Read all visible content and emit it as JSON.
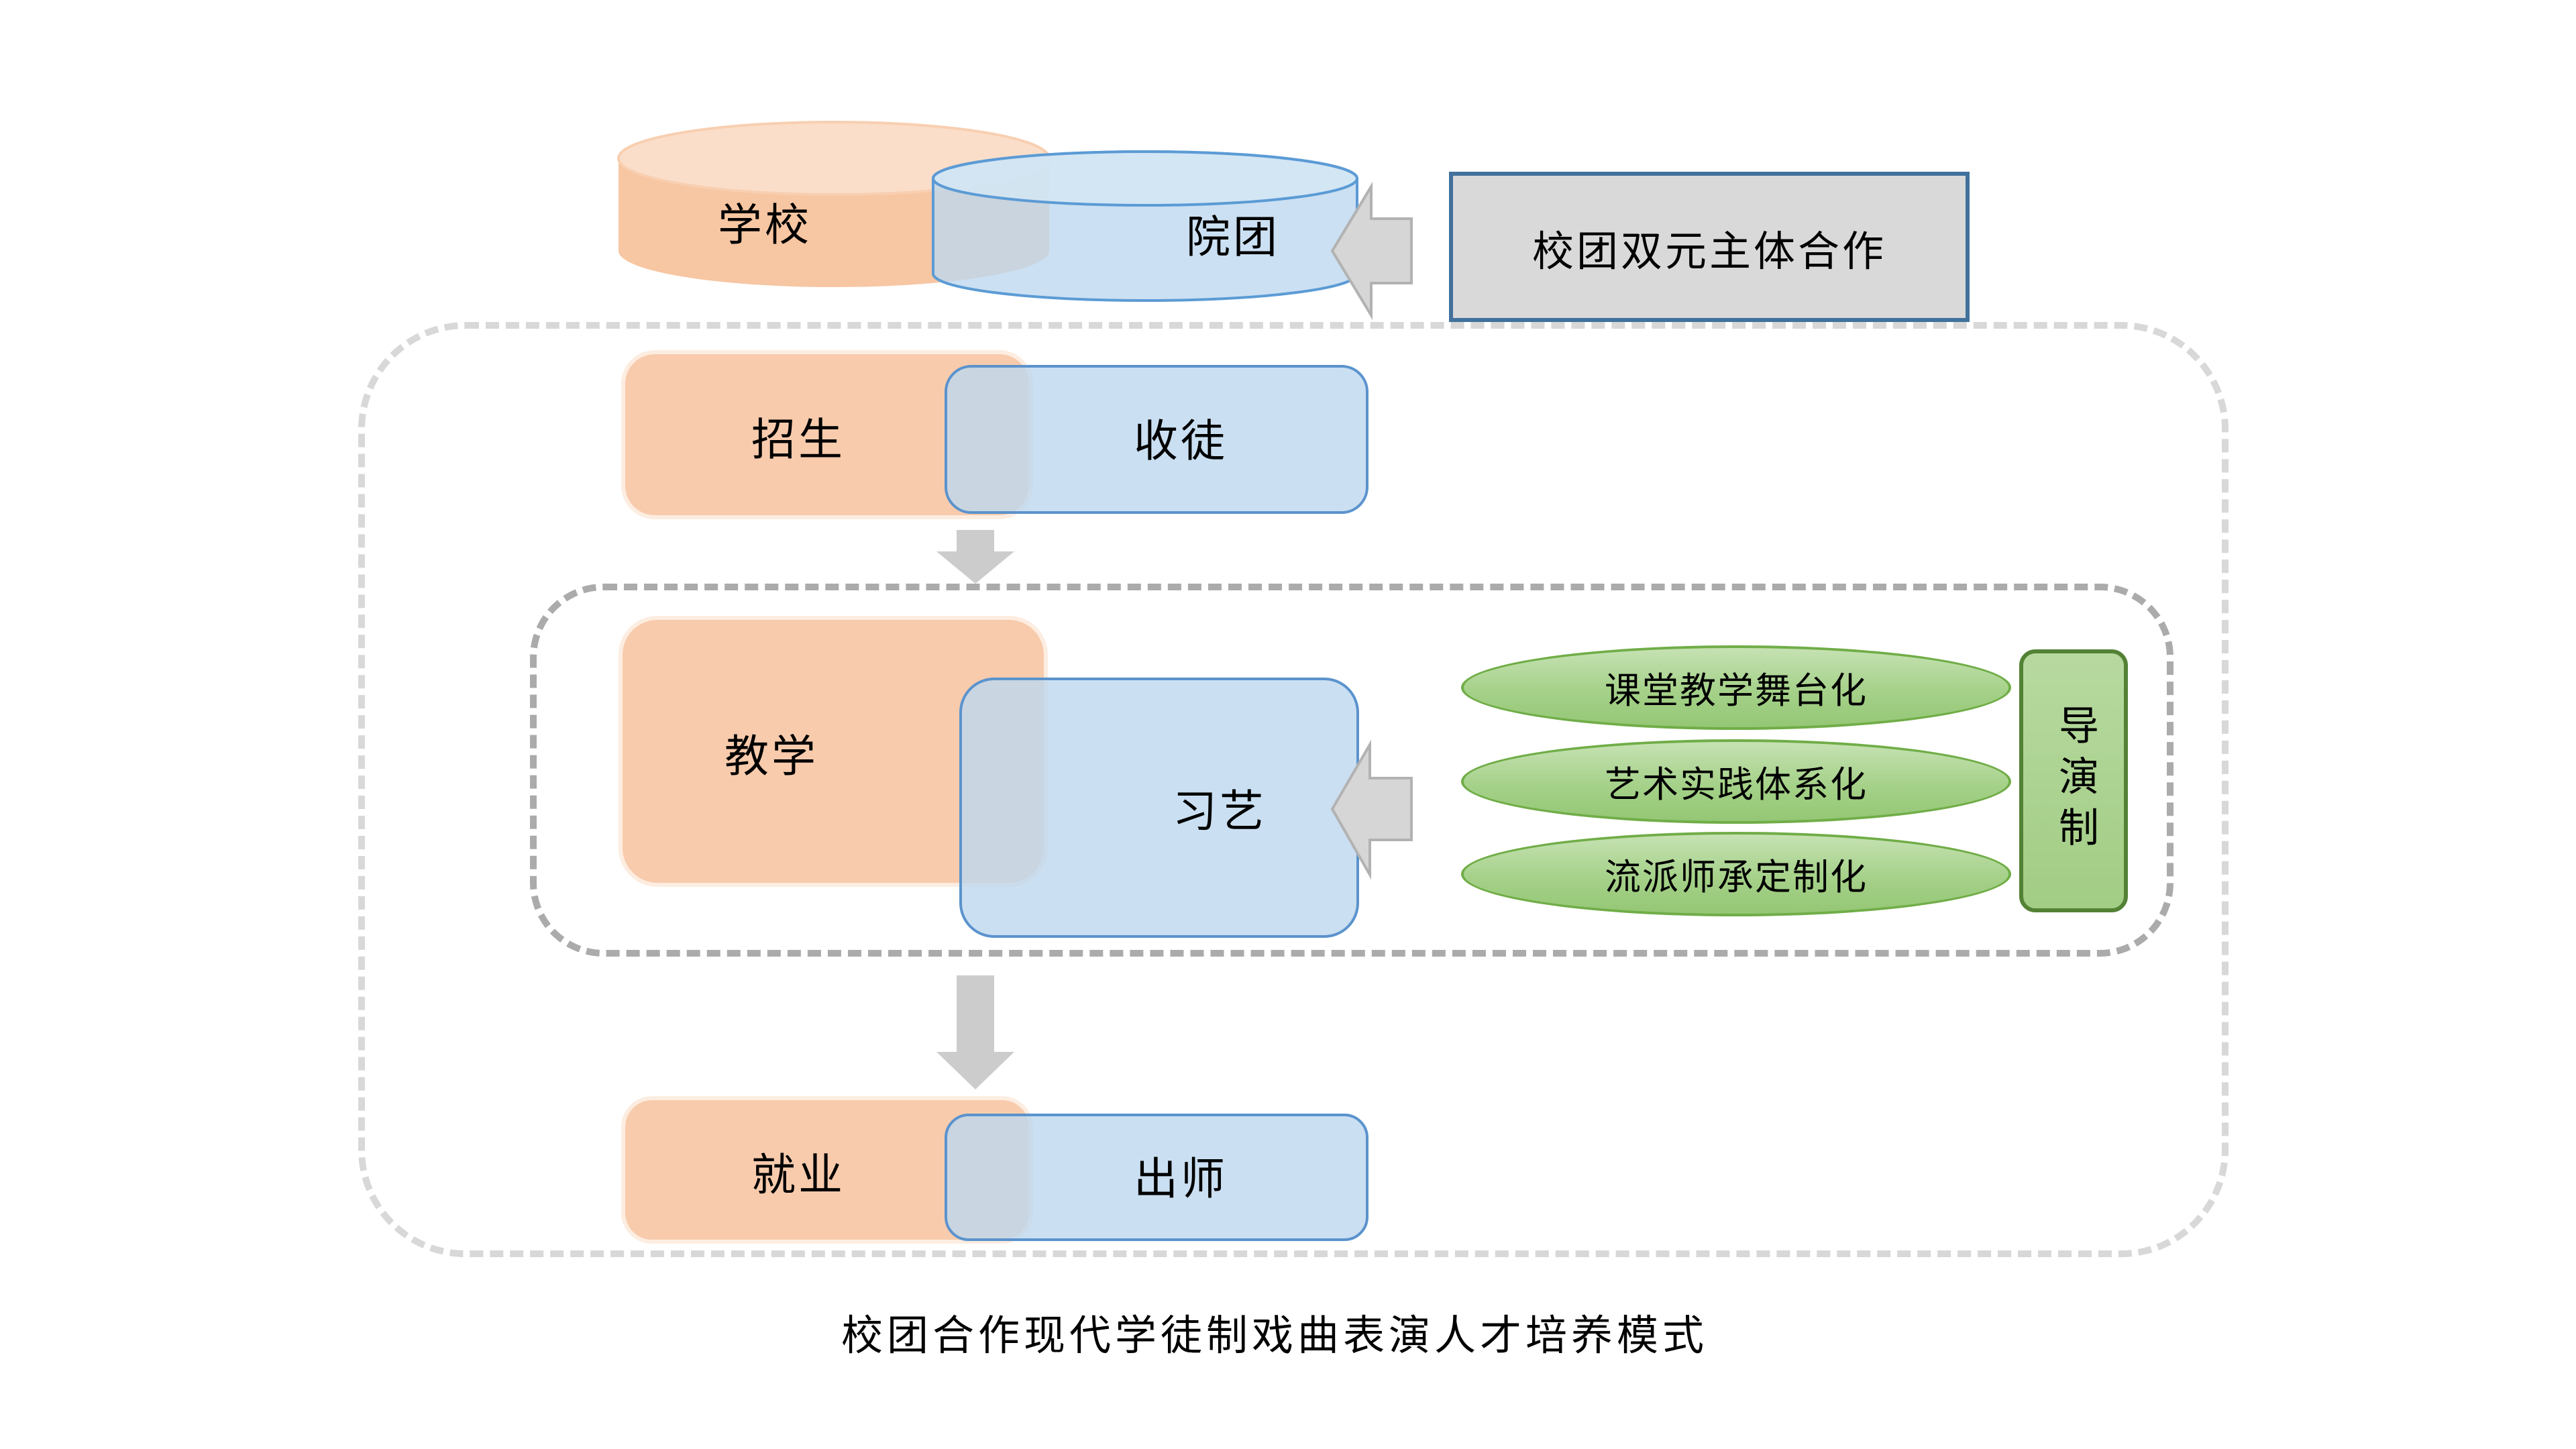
{
  "diagram": {
    "caption": "校团合作现代学徒制戏曲表演人才培养模式",
    "cooperation_label": "校团双元主体合作",
    "school_cylinder": "学校",
    "troupe_cylinder": "院团",
    "stages": [
      {
        "school": "招生",
        "troupe": "收徒"
      },
      {
        "school": "教学",
        "troupe": "习艺"
      },
      {
        "school": "就业",
        "troupe": "出师"
      }
    ],
    "teaching_methods": [
      "课堂教学舞台化",
      "艺术实践体系化",
      "流派师承定制化"
    ],
    "director_system_label": "导演制",
    "colors": {
      "school_fill": "#F8CBAD",
      "troupe_fill": "#BDD7EE",
      "troupe_border": "#5B9BD5",
      "method_fill": "#A9D18E",
      "method_border": "#70AD47",
      "director_border": "#538135",
      "cooperation_fill": "#D9D9D9",
      "cooperation_border": "#41719C",
      "arrow_fill": "#D6D6D6",
      "outer_dash": "#D9D9D9",
      "inner_dash": "#A6A6A6"
    }
  }
}
